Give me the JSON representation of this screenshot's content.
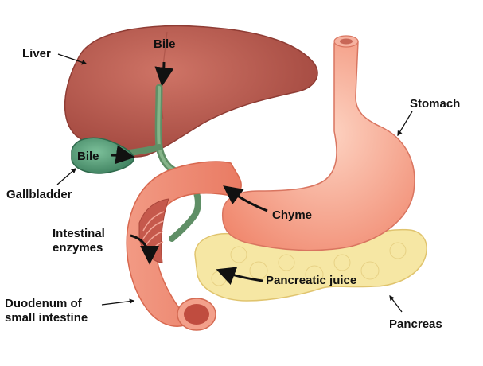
{
  "labels": {
    "liver": "Liver",
    "bile_top": "Bile",
    "stomach": "Stomach",
    "bile_gall": "Bile",
    "gallbladder": "Gallbladder",
    "chyme": "Chyme",
    "intestinal_enzymes": "Intestinal\nenzymes",
    "pancreatic_juice": "Pancreatic juice",
    "duodenum": "Duodenum of\nsmall intestine",
    "pancreas": "Pancreas"
  },
  "colors": {
    "liver": "#b8584c",
    "liver_dark": "#8f3c34",
    "gallbladder": "#4d9a74",
    "bile_duct": "#6f9a72",
    "stomach": "#f59a82",
    "stomach_light": "#fbc3b0",
    "duodenum": "#f2907a",
    "duodenum_inner": "#c8564a",
    "pancreas": "#f6e7a4",
    "pancreas_edge": "#e7cf78",
    "arrow": "#111111"
  }
}
